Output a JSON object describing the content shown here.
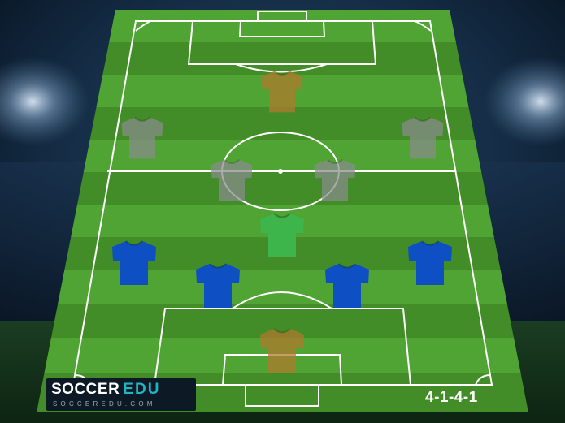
{
  "logo": {
    "word1": "SOCCER",
    "word2": "EDU",
    "sub": "SOCCEREDU.COM"
  },
  "formation_label": "4-1-4-1",
  "colors": {
    "pitch_light": "#4ea232",
    "pitch_dark": "#3f8a27",
    "line": "#ffffff",
    "defender": "#0e4fc4",
    "midfielder": "#3db54a",
    "winger_faded": "#8a8c8e",
    "keeper_faded": "#b1782e",
    "accent": "#1fb6c1"
  },
  "players": [
    {
      "role": "goalkeeper",
      "color": "#b1782e",
      "faded": true,
      "side": "bottom"
    },
    {
      "role": "left-back",
      "color": "#0e4fc4",
      "faded": false,
      "side": "bottom"
    },
    {
      "role": "left-centre-back",
      "color": "#0e4fc4",
      "faded": false,
      "side": "bottom"
    },
    {
      "role": "right-centre-back",
      "color": "#0e4fc4",
      "faded": false,
      "side": "bottom"
    },
    {
      "role": "right-back",
      "color": "#0e4fc4",
      "faded": false,
      "side": "bottom"
    },
    {
      "role": "defensive-midfielder",
      "color": "#3db54a",
      "faded": false,
      "side": "bottom"
    },
    {
      "role": "left-central-midfielder",
      "color": "#8a8c8e",
      "faded": true,
      "side": "top"
    },
    {
      "role": "right-central-midfielder",
      "color": "#8a8c8e",
      "faded": true,
      "side": "top"
    },
    {
      "role": "left-winger",
      "color": "#8a8c8e",
      "faded": true,
      "side": "top"
    },
    {
      "role": "right-winger",
      "color": "#8a8c8e",
      "faded": true,
      "side": "top"
    },
    {
      "role": "striker",
      "color": "#b1782e",
      "faded": true,
      "side": "top"
    }
  ]
}
